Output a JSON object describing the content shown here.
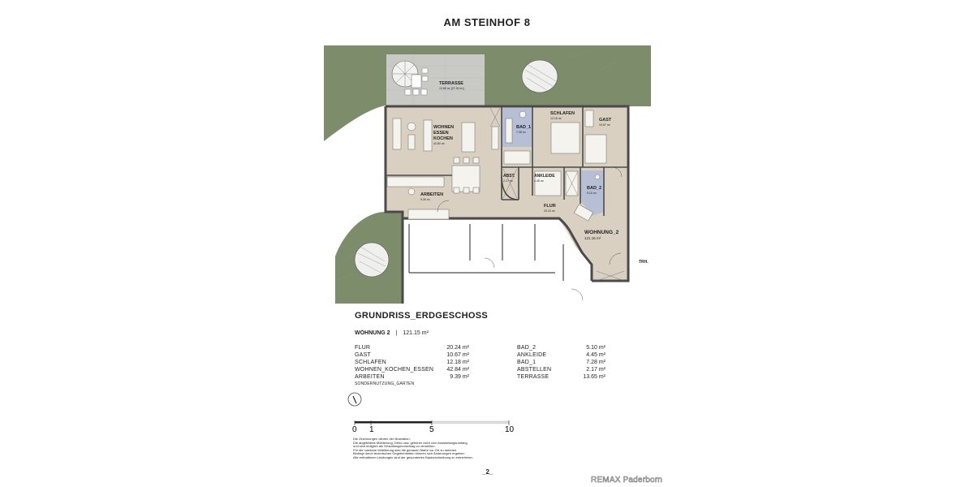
{
  "header": {
    "title": "AM STEINHOF 8"
  },
  "plan": {
    "rooms": {
      "terrasse": {
        "name": "TERRASSE",
        "area": "13.65 m² [27.30 m²]"
      },
      "wohnen": {
        "name1": "WOHNEN",
        "name2": "ESSEN",
        "name3": "KOCHEN",
        "area": "42.84 m²"
      },
      "bad1": {
        "name": "BAD_1",
        "area": "7.28 m²"
      },
      "schlafen": {
        "name": "SCHLAFEN",
        "area": "12.18 m²"
      },
      "gast": {
        "name": "GAST",
        "area": "10.67 m²"
      },
      "abst": {
        "name": "ABST.",
        "area": "2.17 m²"
      },
      "ankleide": {
        "name": "ANKLEIDE",
        "area": "4.45 m²"
      },
      "bad2": {
        "name": "BAD_2",
        "area": "5.10 m²"
      },
      "arbeiten": {
        "name": "ARBEITEN",
        "area": "9.39 m²"
      },
      "flur": {
        "name": "FLUR",
        "area": "20.24 m²"
      },
      "wohnung": {
        "name": "WOHNUNG_2",
        "area": "121.15 m²"
      },
      "trh": {
        "name": "TRH."
      }
    }
  },
  "section": {
    "title": "GRUNDRISS_ERDGESCHOSS"
  },
  "unit": {
    "label": "WOHNUNG 2",
    "separator": "|",
    "area": "121.15 m²"
  },
  "areas_left": [
    {
      "name": "FLUR",
      "value": "20.24 m²"
    },
    {
      "name": "GAST",
      "value": "10.67 m²"
    },
    {
      "name": "SCHLAFEN",
      "value": "12.18 m²"
    },
    {
      "name": "WOHNEN_KOCHEN_ESSEN",
      "value": "42.84 m²"
    },
    {
      "name": "ARBEITEN",
      "value": "9.39 m²"
    }
  ],
  "areas_right": [
    {
      "name": "BAD_2",
      "value": "5.10 m²"
    },
    {
      "name": "ANKLEIDE",
      "value": "4.45 m²"
    },
    {
      "name": "BAD_1",
      "value": "7.28 m²"
    },
    {
      "name": "ABSTELLEN",
      "value": "2.17 m²"
    },
    {
      "name": "TERRASSE",
      "value": "13.65 m²"
    }
  ],
  "garden_note": "SONDERNUTZUNG_GARTEN",
  "scale": {
    "labels": [
      "0",
      "1",
      "5",
      "10"
    ]
  },
  "disclaimer": [
    "Die Zeichnungen dienen der Illustration.",
    "Die abgebildete Möblierung, Deko usw. gehören nicht zum Ausstattungsumfang",
    "und sind lediglich als Gestaltungsvorschlag zu verstehen.",
    "Für die nutzbare Möblierung sind die genauen Maße vor Ort zu nehmen.",
    "Bedingt durch technischen Gegebenheiten können sich Änderungen ergeben.",
    "Alle enthaltenen Leistungen sind der gesonderten Baubeschreibung zu entnehmen."
  ],
  "footer": {
    "page": "_2_",
    "watermark": "REMAX Paderborn"
  },
  "colors": {
    "garden": "#7d8c6a",
    "floor": "#d9d0c1",
    "wall": "#4a4a4a",
    "bath": "#b7bfd6"
  }
}
